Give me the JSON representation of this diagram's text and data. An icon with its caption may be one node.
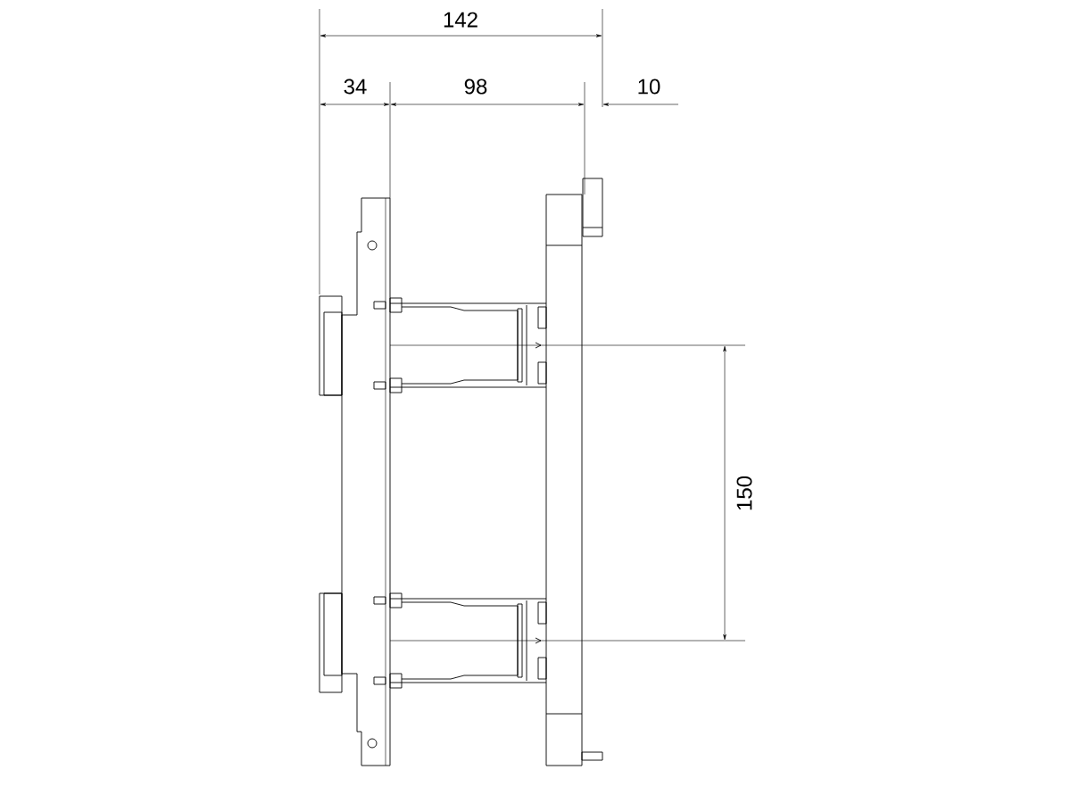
{
  "diagram": {
    "labels": [
      "142",
      "34",
      "98",
      "10",
      "150"
    ]
  }
}
